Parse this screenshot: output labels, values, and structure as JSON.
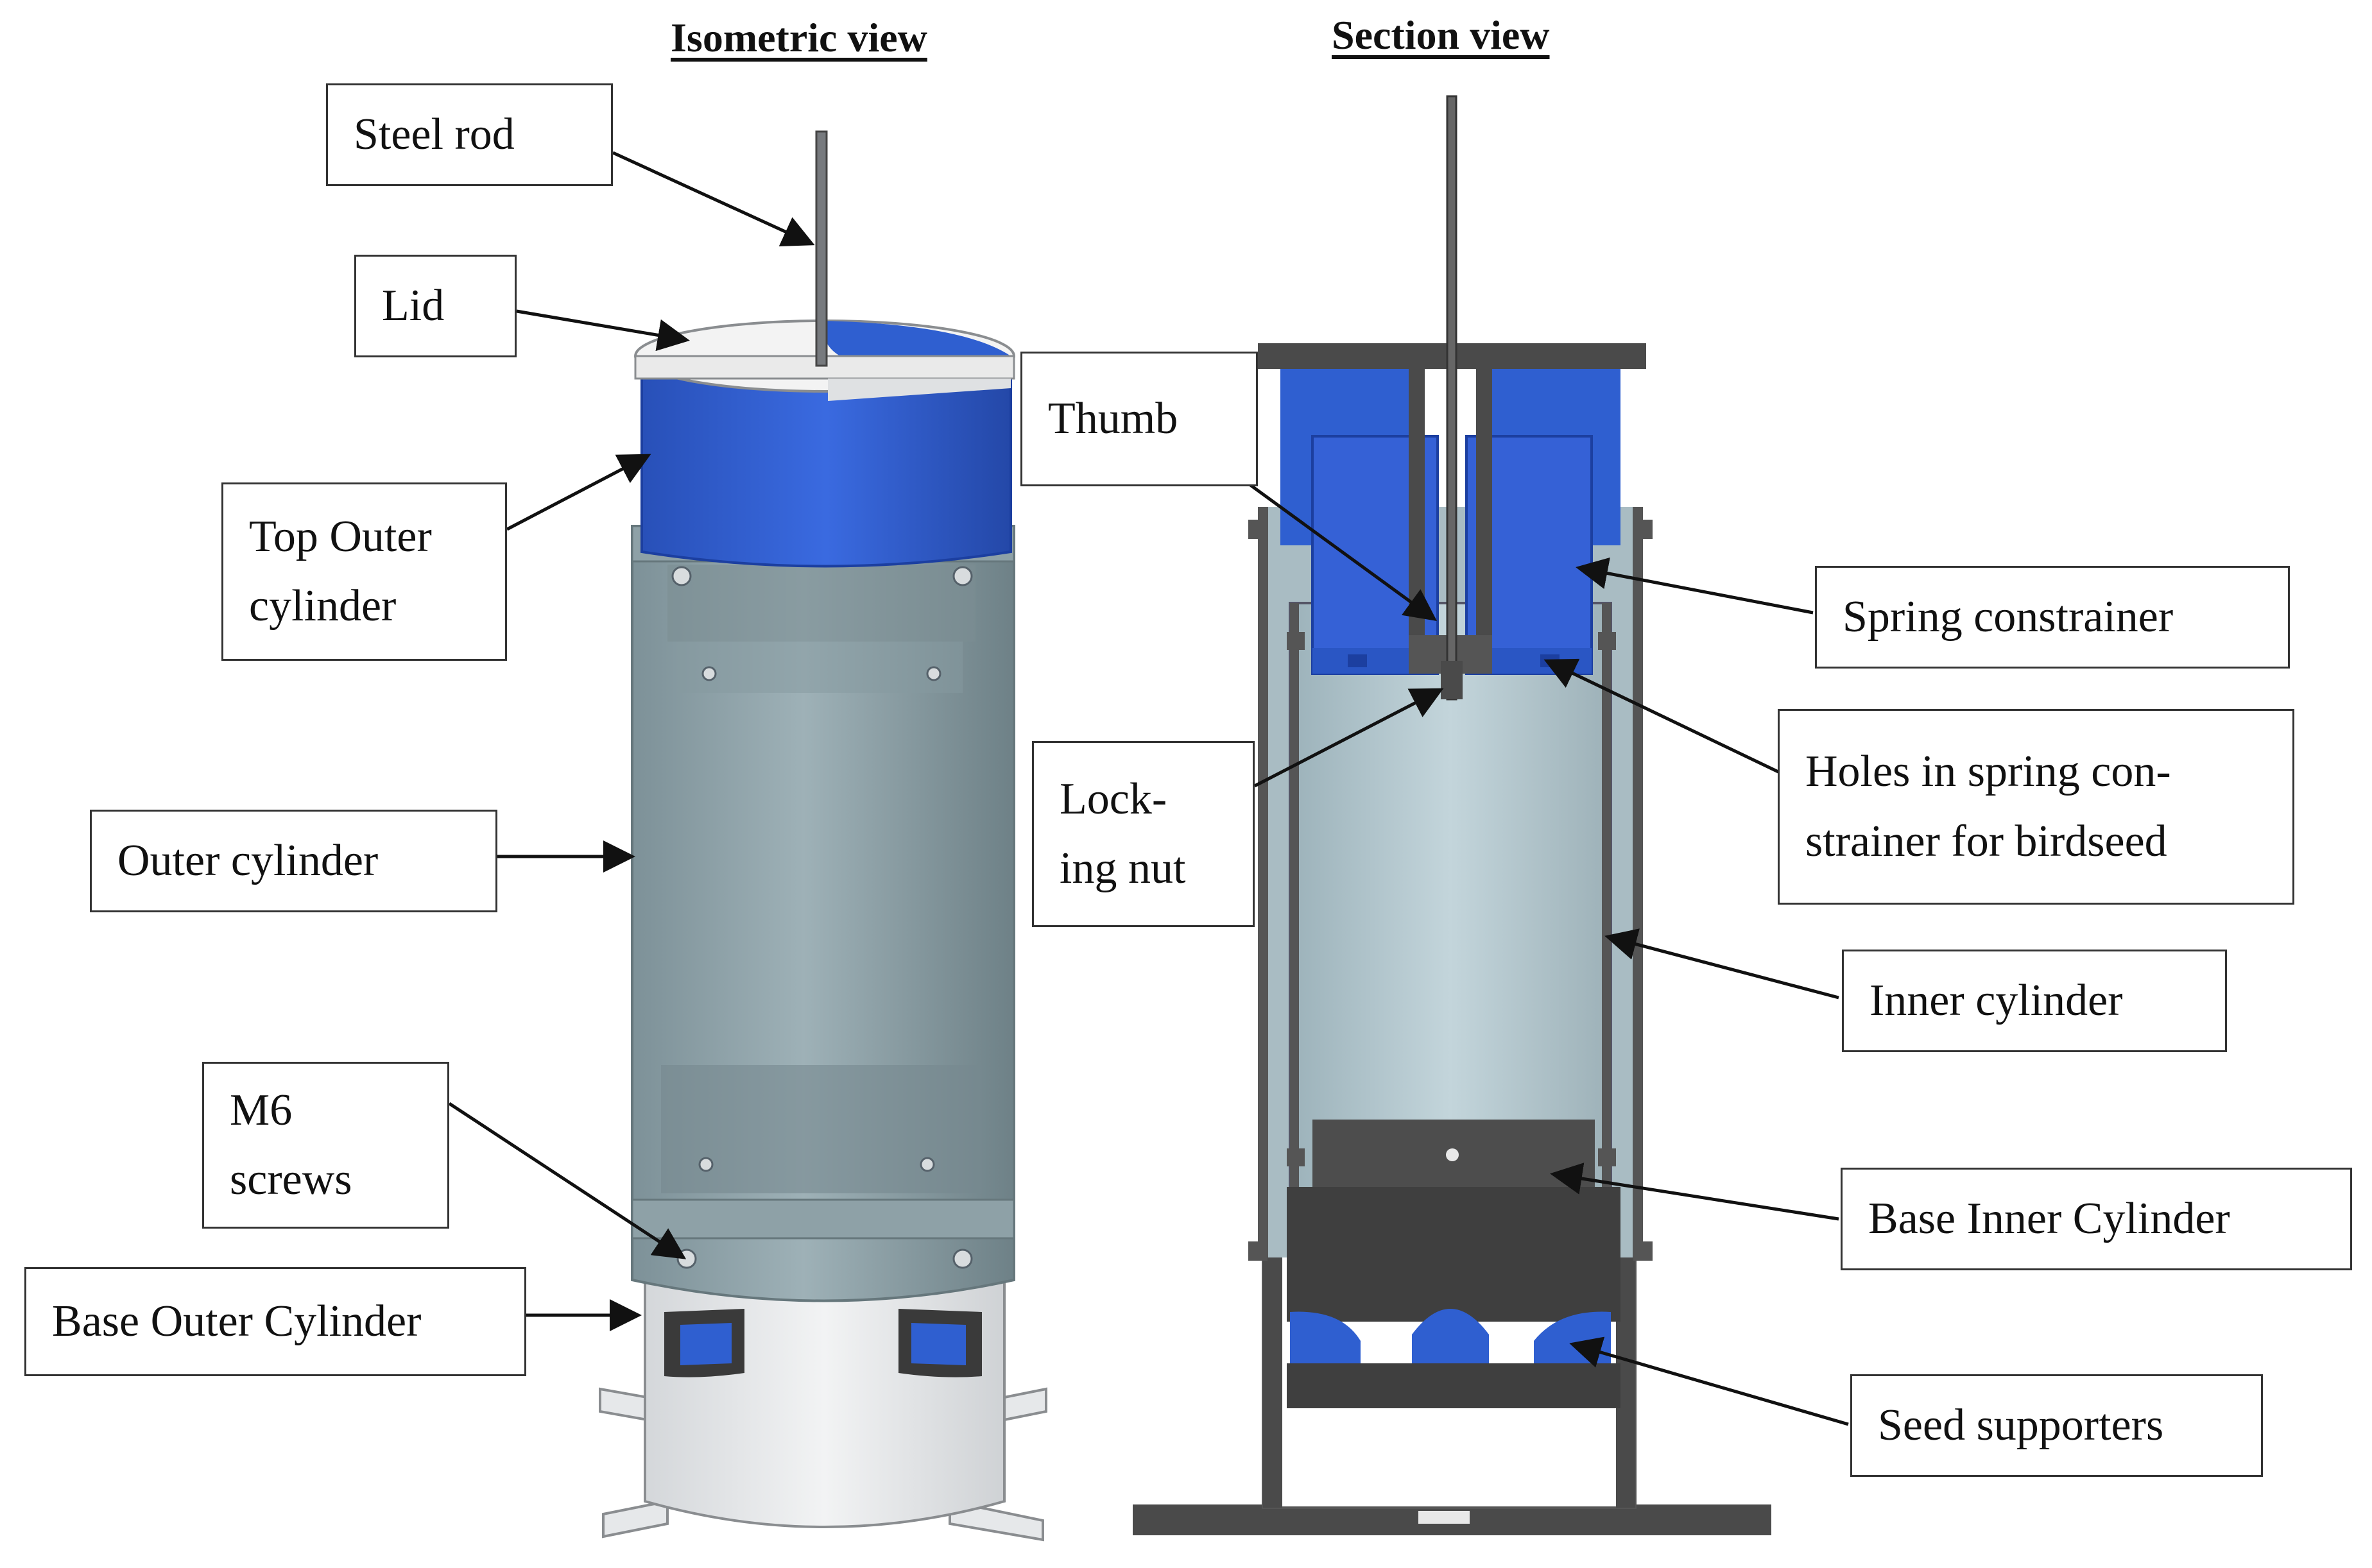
{
  "titles": {
    "isometric": "Isometric view",
    "section": "Section view"
  },
  "labels": {
    "steel_rod": "Steel rod",
    "lid": "Lid",
    "top_outer_cylinder": [
      "Top Outer",
      "cylinder"
    ],
    "outer_cylinder": "Outer cylinder",
    "m6_screws": [
      "M6",
      "screws"
    ],
    "base_outer_cylinder": "Base Outer Cylinder",
    "thumb": "Thumb",
    "locking_nut": [
      "Lock-",
      "ing nut"
    ],
    "spring_constrainer": "Spring constrainer",
    "holes_in_spring_constrainer": [
      "Holes in spring con-",
      "strainer for birdseed"
    ],
    "inner_cylinder": "Inner cylinder",
    "base_inner_cylinder": "Base Inner Cylinder",
    "seed_supporters": "Seed supporters"
  },
  "colors": {
    "blue_part": "#2f5fd0",
    "blue_dark": "#1c3fa0",
    "transparent_cylinder": "#8fa3aa",
    "inner_cylinder": "#b9ccd3",
    "dark_grey": "#4a4a4a",
    "light_grey": "#e4e6e8",
    "outline": "#333333"
  }
}
